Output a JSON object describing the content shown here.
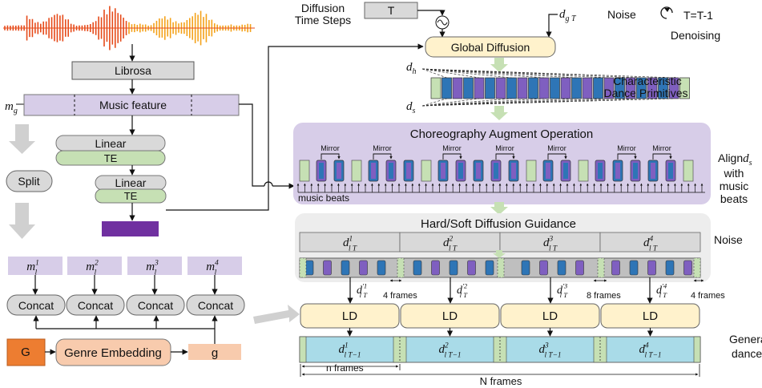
{
  "colors": {
    "wave_red": "#e64a19",
    "wave_orange": "#f4a21a",
    "gray_box": "#d9d9d9",
    "lavender": "#d7cde8",
    "green": "#c6e0b4",
    "purple": "#7030a0",
    "cream": "#fff2cc",
    "peach": "#f8cbad",
    "orange_g": "#ed7d31",
    "cyan": "#a9dbe8",
    "arrow_gray": "#bfbfbf",
    "prim_blue": "#2e75b6",
    "prim_purple": "#7f5fc0"
  },
  "left": {
    "librosa": "Librosa",
    "mg_label": "m",
    "mg_sub": "g",
    "music_feature": "Music feature",
    "linear1": "Linear",
    "te1": "TE",
    "linear2": "Linear",
    "te2": "TE",
    "split": "Split",
    "ml_items": [
      {
        "m": "m",
        "sub": "l",
        "sup": "1"
      },
      {
        "m": "m",
        "sub": "l",
        "sup": "2"
      },
      {
        "m": "m",
        "sub": "l",
        "sup": "3"
      },
      {
        "m": "m",
        "sub": "l",
        "sup": "4"
      }
    ],
    "concat": [
      "Concat",
      "Concat",
      "Concat",
      "Concat"
    ],
    "g_box": "G",
    "genre_embedding": "Genre Embedding",
    "g_out": "g"
  },
  "top": {
    "diffusion_time_steps_1": "Diffusion",
    "diffusion_time_steps_2": "Time Steps",
    "t_box": "T",
    "noise_symbol": "d",
    "noise_sub": "g T",
    "noise_label": "Noise",
    "denoise_eq": "T=T-1",
    "denoising": "Denoising",
    "global_diffusion": "Global Diffusion",
    "dh": "d",
    "dh_sub": "h",
    "ds": "d",
    "ds_sub": "s",
    "characteristic_1": "Characteristic",
    "characteristic_2": "Dance Primitives"
  },
  "choreo": {
    "title": "Choreography Augment Operation",
    "mirror": "Mirror",
    "music_beats": "music beats",
    "align_1": "Align",
    "align_sym": "d",
    "align_sub": "s",
    "align_2": "with",
    "align_3": "music",
    "align_4": "beats"
  },
  "guidance": {
    "title": "Hard/Soft Diffusion Guidance",
    "noise_label": "Noise",
    "segments": [
      {
        "d": "d",
        "sup": "1",
        "sub": "l T"
      },
      {
        "d": "d",
        "sup": "2",
        "sub": "l T"
      },
      {
        "d": "d",
        "sup": "3",
        "sub": "l T"
      },
      {
        "d": "d",
        "sup": "4",
        "sub": "l T"
      }
    ],
    "primes": [
      {
        "d": "d",
        "sup": "′1",
        "sub": "l T"
      },
      {
        "d": "d",
        "sup": "′2",
        "sub": "l T"
      },
      {
        "d": "d",
        "sup": "′3",
        "sub": "l T"
      },
      {
        "d": "d",
        "sup": "′4",
        "sub": "l T"
      }
    ],
    "frames_4a": "4 frames",
    "frames_8": "8 frames",
    "frames_4b": "4 frames",
    "ld": [
      "LD",
      "LD",
      "LD",
      "LD"
    ],
    "generated": [
      {
        "d": "d",
        "sup": "1",
        "sub": "l T−1"
      },
      {
        "d": "d",
        "sup": "2",
        "sub": "l T−1"
      },
      {
        "d": "d",
        "sup": "3",
        "sub": "l T−1"
      },
      {
        "d": "d",
        "sup": "4",
        "sub": "l T−1"
      }
    ],
    "generated_label_1": "Generated",
    "generated_label_2": "dance",
    "n_frames": "n frames",
    "N_frames": "N frames"
  }
}
